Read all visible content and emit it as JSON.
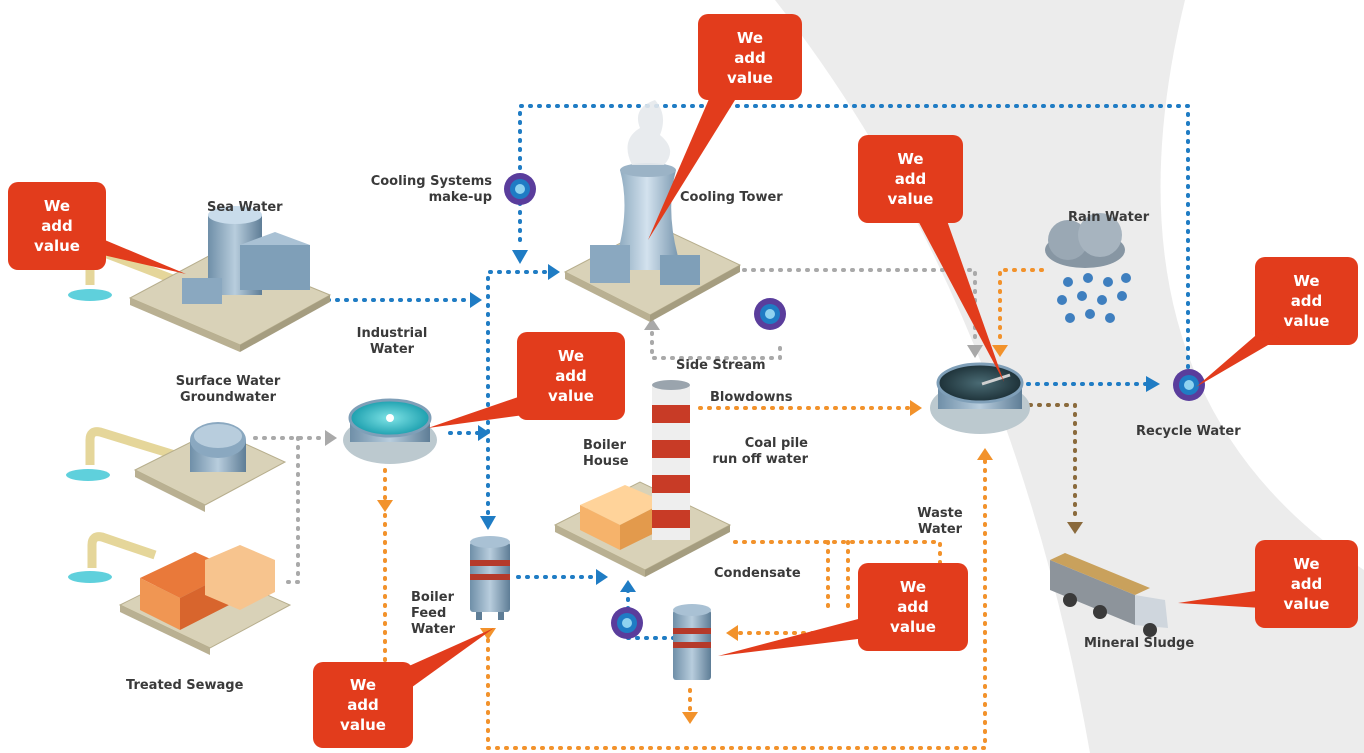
{
  "labels": {
    "sea_water": "Sea Water",
    "cooling_systems_makeup": "Cooling Systems\nmake-up",
    "cooling_tower": "Cooling Tower",
    "rain_water": "Rain Water",
    "industrial_water": "Industrial\nWater",
    "surface_water": "Surface Water\nGroundwater",
    "side_stream": "Side Stream",
    "blowdowns": "Blowdowns",
    "boiler_house": "Boiler\nHouse",
    "coal_pile": "Coal pile\nrun off water",
    "recycle_water": "Recycle Water",
    "waste_water": "Waste\nWater",
    "condensate": "Condensate",
    "boiler_feed_water": "Boiler\nFeed\nWater",
    "mineral_sludge": "Mineral Sludge",
    "treated_sewage": "Treated Sewage"
  },
  "callouts": [
    "We\nadd\nvalue",
    "We\nadd\nvalue",
    "We\nadd\nvalue",
    "We\nadd\nvalue",
    "We\nadd\nvalue",
    "We\nadd\nvalue",
    "We\nadd\nvalue",
    "We\nadd\nvalue"
  ],
  "colors": {
    "callout": "#e23c1c",
    "blue_flow": "#1f7cc4",
    "orange_flow": "#f2922b",
    "grey_flow": "#a9a9a9",
    "brown_flow": "#8a6a3c",
    "badge": "#5a3d9c"
  }
}
